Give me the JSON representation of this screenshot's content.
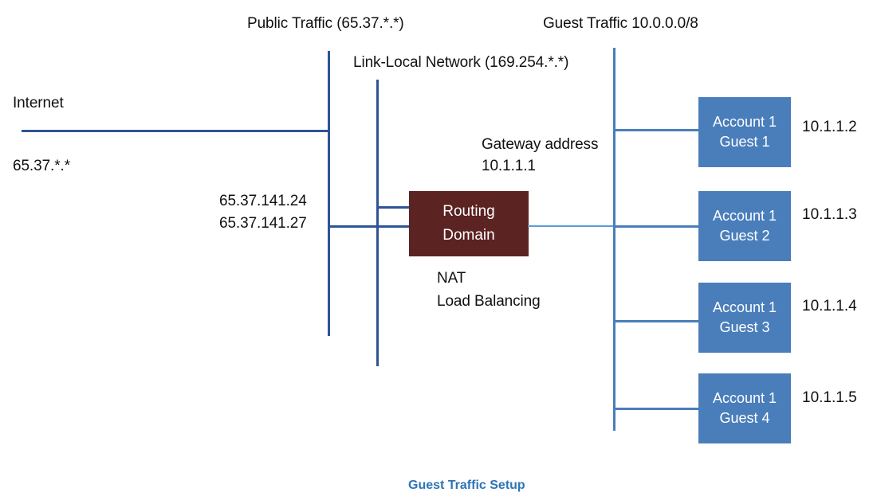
{
  "diagram": {
    "caption": "Guest Traffic Setup",
    "headings": {
      "public_traffic": "Public Traffic (65.37.*.*)",
      "link_local": "Link-Local Network (169.254.*.*)",
      "guest_traffic": "Guest Traffic 10.0.0.0/8"
    },
    "internet": {
      "label": "Internet",
      "subnet": "65.37.*.*"
    },
    "public_ips": {
      "ip_1": "65.37.141.24",
      "ip_2": "65.37.141.27"
    },
    "gateway": {
      "title": "Gateway address",
      "address": "10.1.1.1"
    },
    "router": {
      "line_1": "Routing",
      "line_2": "Domain",
      "function_1": "NAT",
      "function_2": "Load Balancing",
      "color": "#5B2322"
    },
    "guests": [
      {
        "account": "Account 1",
        "name": "Guest 1",
        "ip": "10.1.1.2"
      },
      {
        "account": "Account 1",
        "name": "Guest 2",
        "ip": "10.1.1.3"
      },
      {
        "account": "Account 1",
        "name": "Guest 3",
        "ip": "10.1.1.4"
      },
      {
        "account": "Account 1",
        "name": "Guest 4",
        "ip": "10.1.1.5"
      }
    ],
    "colors": {
      "guest_box": "#4A7EBB",
      "router_box": "#5B2322",
      "trunk_line": "#2E5496",
      "link_line": "#5B9BD5",
      "caption": "#2E75B6"
    }
  }
}
